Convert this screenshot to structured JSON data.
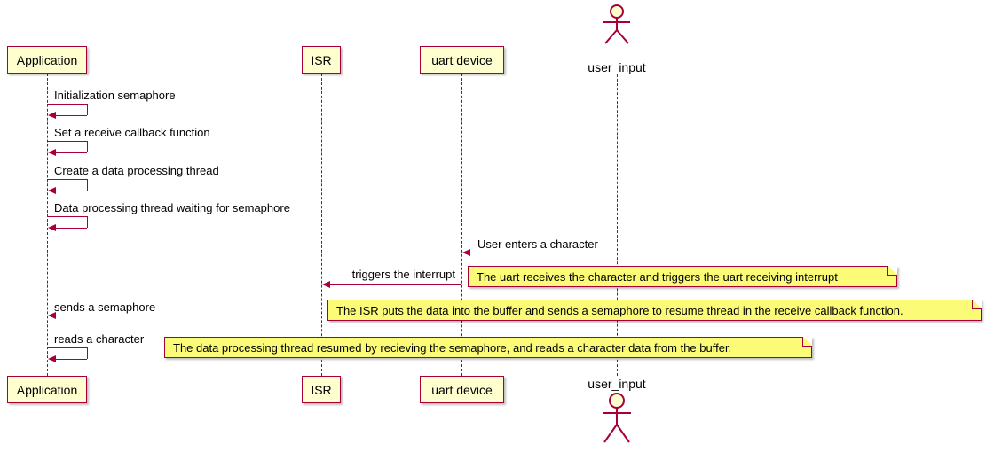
{
  "diagram": {
    "participants": [
      {
        "name": "Application"
      },
      {
        "name": "ISR"
      },
      {
        "name": "uart device"
      },
      {
        "name": "user_input"
      }
    ],
    "messages": {
      "m1": "Initialization semaphore",
      "m2": "Set a receive callback function",
      "m3": "Create a data processing thread",
      "m4": "Data processing thread waiting for semaphore",
      "m5": "User enters a character",
      "m6": "triggers the interrupt",
      "m7": "sends a semaphore",
      "m8": "reads a character"
    },
    "notes": {
      "n1": "The uart receives the character and triggers the uart receiving interrupt",
      "n2": "The ISR puts the data into the buffer and sends a semaphore to resume thread in the receive callback function.",
      "n3": "The data processing thread resumed by recieving the semaphore, and reads a character data from the buffer."
    },
    "colors": {
      "border": "#A80036",
      "participant_fill": "#FEFECE",
      "note_fill": "#FBFB77"
    }
  }
}
